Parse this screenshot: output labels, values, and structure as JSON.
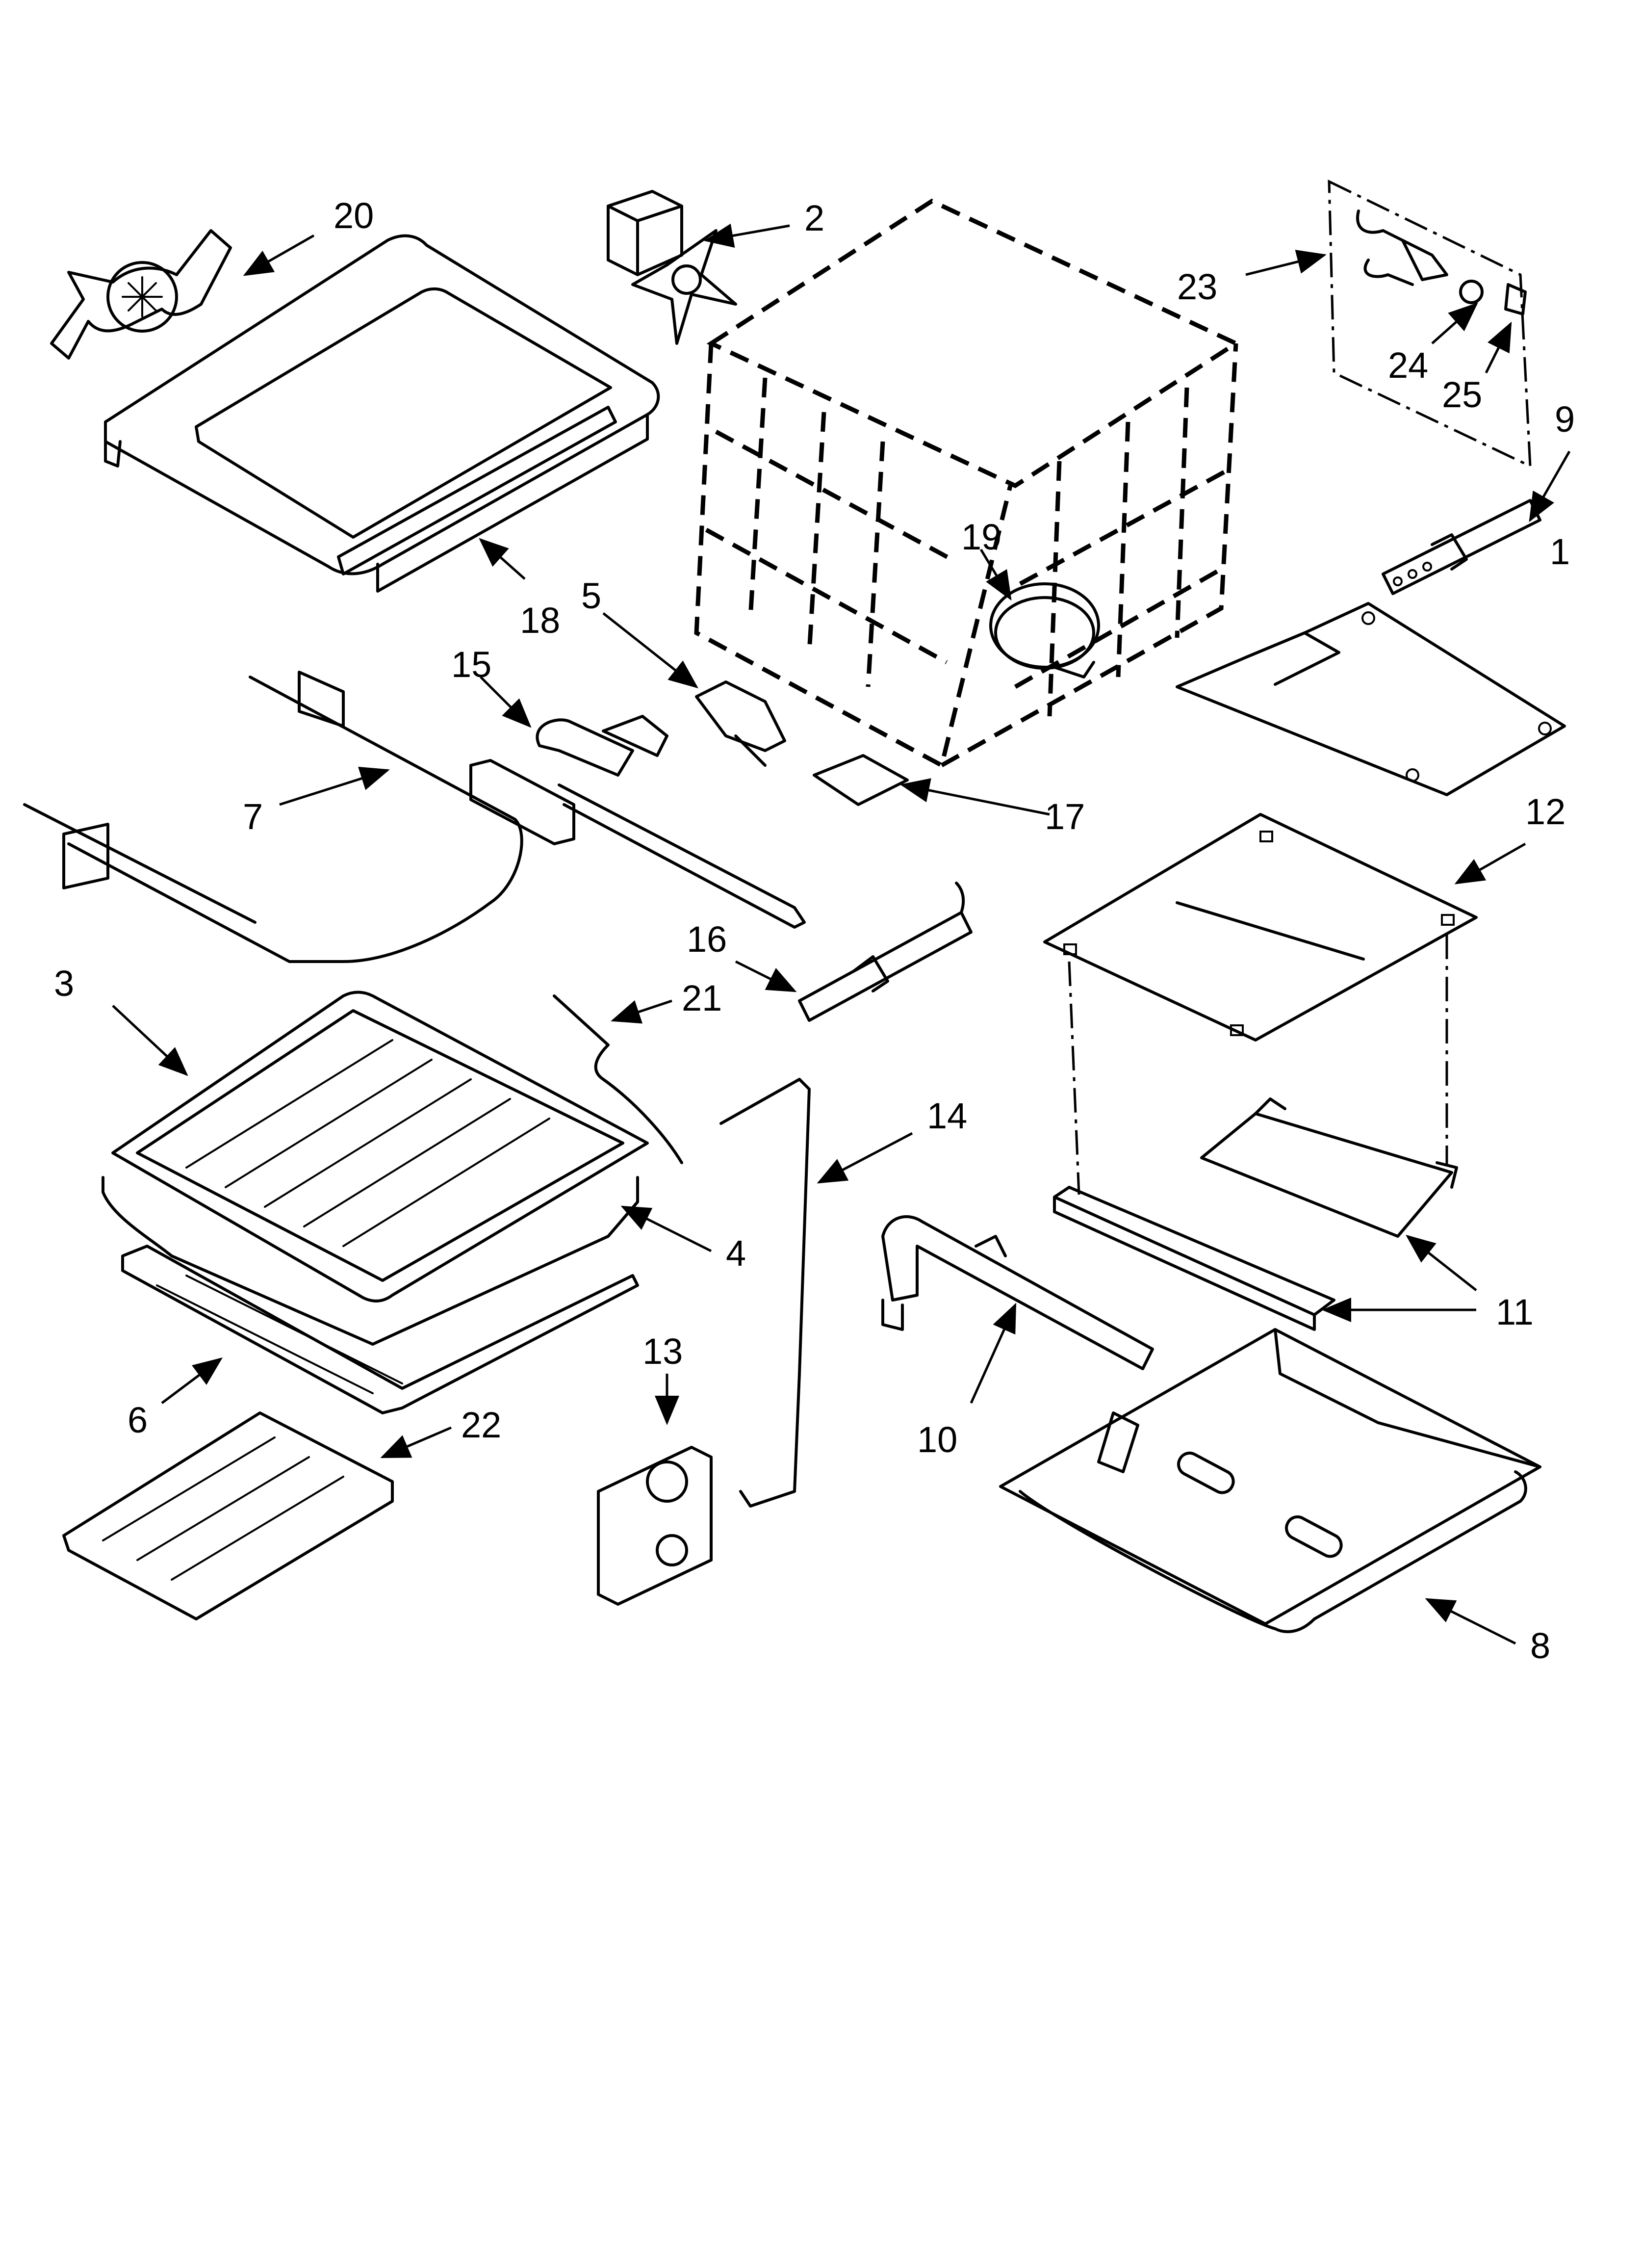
{
  "title": "",
  "callouts": [
    {
      "id": "1",
      "label": "1"
    },
    {
      "id": "2",
      "label": "2"
    },
    {
      "id": "3",
      "label": "3"
    },
    {
      "id": "4",
      "label": "4"
    },
    {
      "id": "5",
      "label": "5"
    },
    {
      "id": "6",
      "label": "6"
    },
    {
      "id": "7",
      "label": "7"
    },
    {
      "id": "8",
      "label": "8"
    },
    {
      "id": "9",
      "label": "9"
    },
    {
      "id": "10",
      "label": "10"
    },
    {
      "id": "11",
      "label": "11"
    },
    {
      "id": "12",
      "label": "12"
    },
    {
      "id": "13",
      "label": "13"
    },
    {
      "id": "14",
      "label": "14"
    },
    {
      "id": "15",
      "label": "15"
    },
    {
      "id": "16",
      "label": "16"
    },
    {
      "id": "17",
      "label": "17"
    },
    {
      "id": "18",
      "label": "18"
    },
    {
      "id": "19",
      "label": "19"
    },
    {
      "id": "20",
      "label": "20"
    },
    {
      "id": "21",
      "label": "21"
    },
    {
      "id": "22",
      "label": "22"
    },
    {
      "id": "23",
      "label": "23"
    },
    {
      "id": "24",
      "label": "24"
    },
    {
      "id": "25",
      "label": "25"
    }
  ],
  "colors": {
    "line": "#000000",
    "background": "#ffffff"
  }
}
